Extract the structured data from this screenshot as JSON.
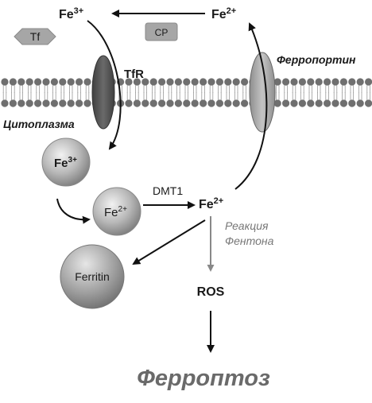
{
  "labels": {
    "fe3_top": "Fe",
    "fe3_top_sup": "3+",
    "fe2_top": "Fe",
    "fe2_top_sup": "2+",
    "tf": "Tf",
    "cp": "CP",
    "tfr": "TfR",
    "ferroportin": "Ферропортин",
    "cytoplasm": "Цитоплазма",
    "fe3_circle": "Fe",
    "fe3_circle_sup": "3+",
    "fe2_circle": "Fe",
    "fe2_circle_sup": "2+",
    "dmt1": "DMT1",
    "fe2_center": "Fe",
    "fe2_center_sup": "2+",
    "fenton_line1": "Реакция",
    "fenton_line2": "Фентона",
    "ferritin": "Ferritin",
    "ros": "ROS",
    "ferroptosis": "Ферроптоз"
  },
  "colors": {
    "membrane_bead": "#6f6f6f",
    "protein_dark": "#5c5c5c",
    "protein_light": "#a9a9a9",
    "arrow": "#111111",
    "fenton_arrow": "#888888",
    "ferroptosis_text": "#6a6a6a"
  }
}
